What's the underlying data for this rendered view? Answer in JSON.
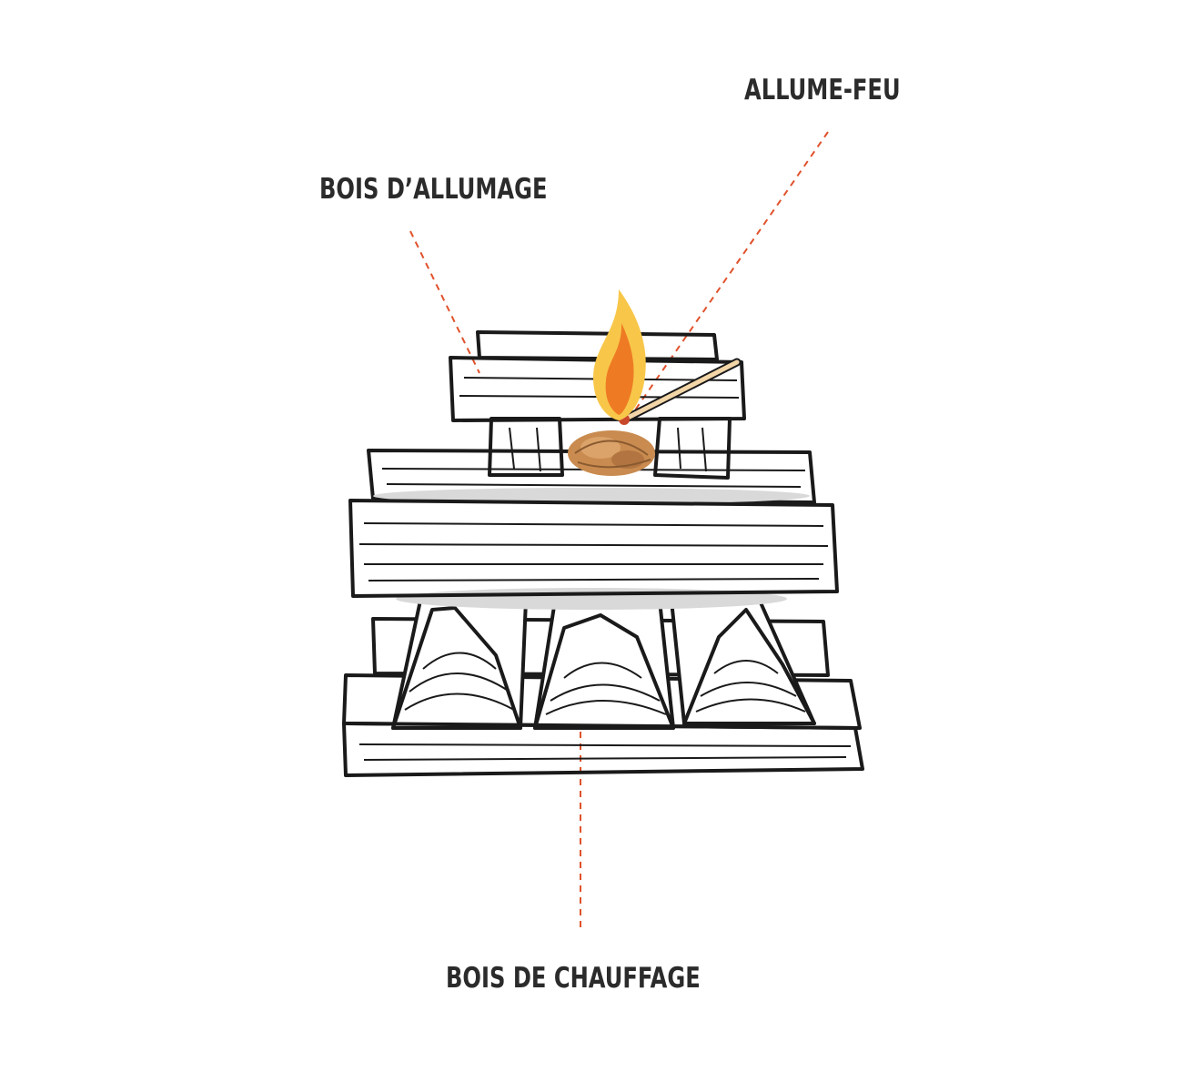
{
  "labels": {
    "fire_starter": "ALLUME-FEU",
    "kindling": "BOIS D’ALLUMAGE",
    "firewood": "BOIS DE CHAUFFAGE"
  },
  "colors": {
    "text": "#2b2b2b",
    "leader_line": "#e0522c",
    "wood_outline": "#1a1a1a",
    "wood_fill": "#ffffff",
    "shadow": "#d9d9d9",
    "flame_outer": "#f8c74a",
    "flame_inner": "#ee7b24",
    "match_stick": "#f3d6a8",
    "match_head": "#c8472a",
    "wood_wool": "#c98b4f"
  },
  "icons": {
    "flame": "flame-icon",
    "match": "match-icon",
    "fire_starter": "wood-wool-icon"
  }
}
